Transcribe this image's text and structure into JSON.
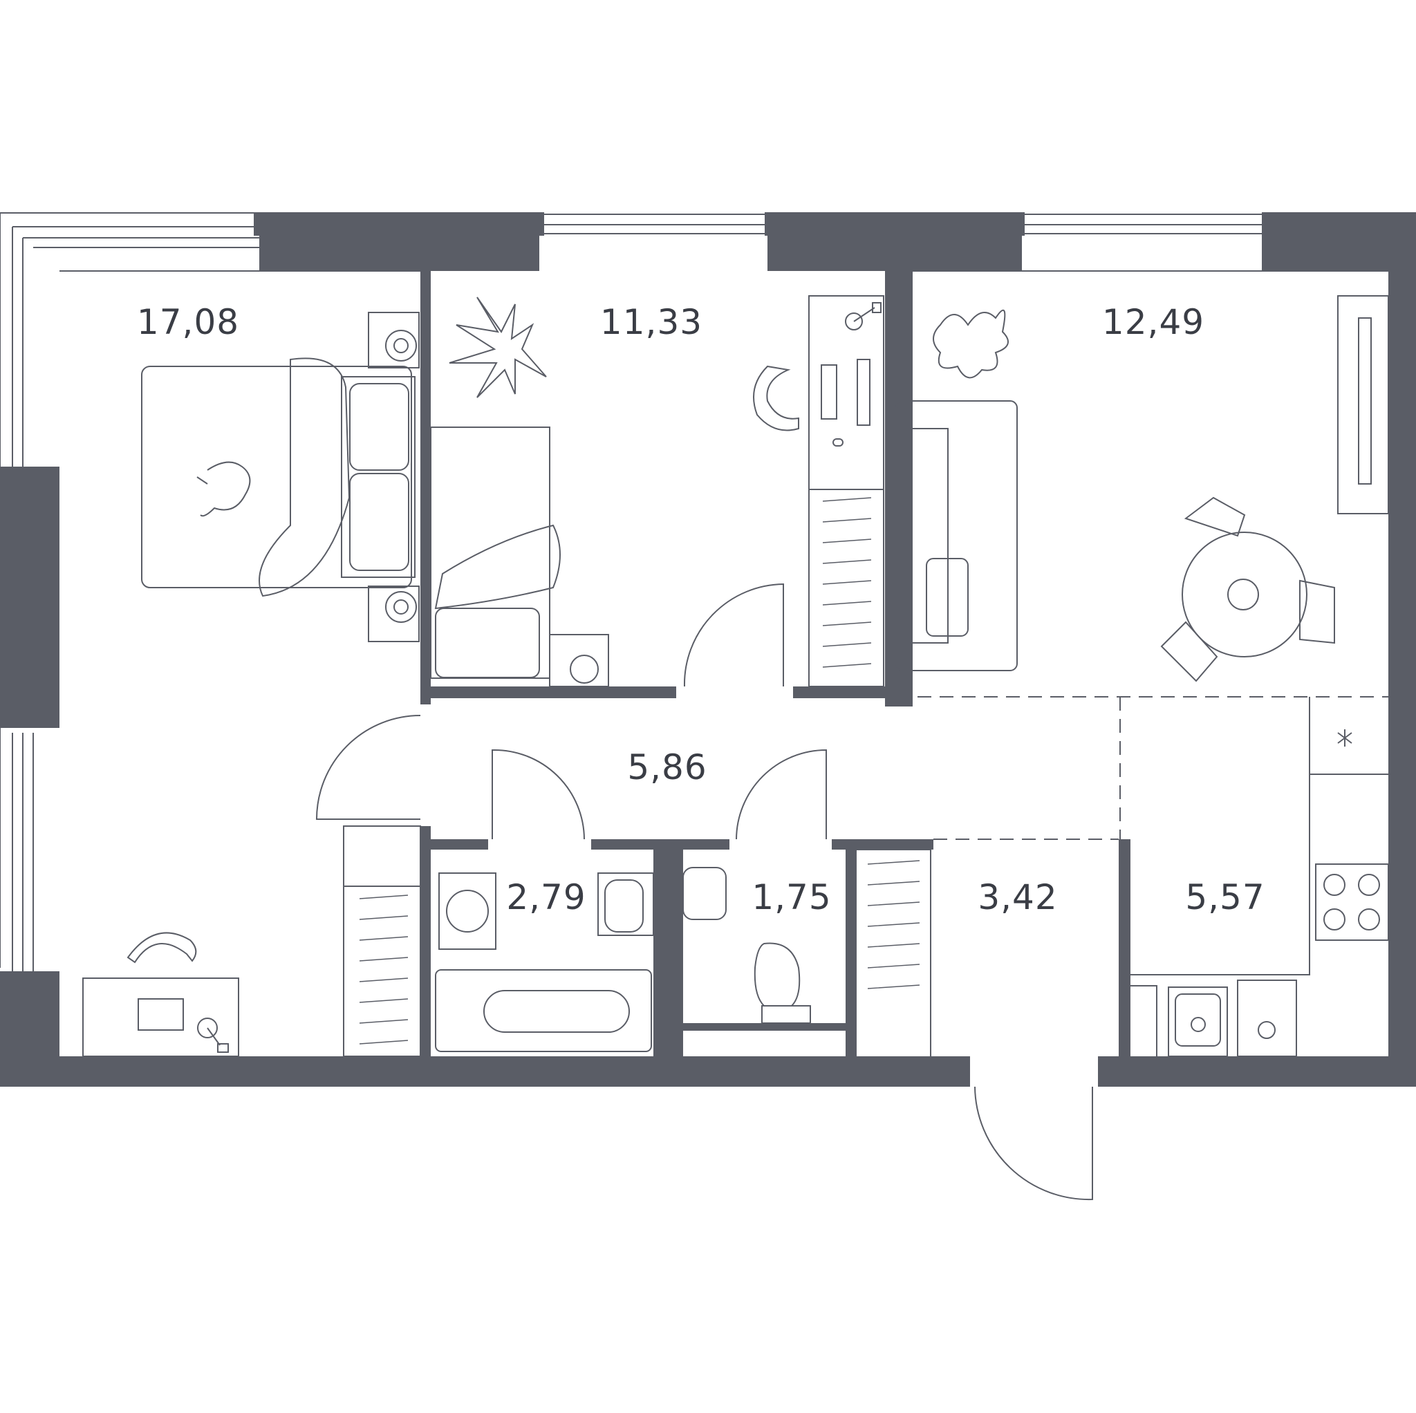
{
  "colors": {
    "wall": "#5a5d66",
    "line": "#5a5d66",
    "label": "#3a3d45",
    "background": "#ffffff"
  },
  "rooms": [
    {
      "id": "bedroom",
      "label": "17,08"
    },
    {
      "id": "bedroom-2",
      "label": "11,33"
    },
    {
      "id": "living-room",
      "label": "12,49"
    },
    {
      "id": "hallway",
      "label": "5,86"
    },
    {
      "id": "bathroom",
      "label": "2,79"
    },
    {
      "id": "toilet",
      "label": "1,75"
    },
    {
      "id": "entrance-hall",
      "label": "3,42"
    },
    {
      "id": "kitchen",
      "label": "5,57"
    }
  ]
}
